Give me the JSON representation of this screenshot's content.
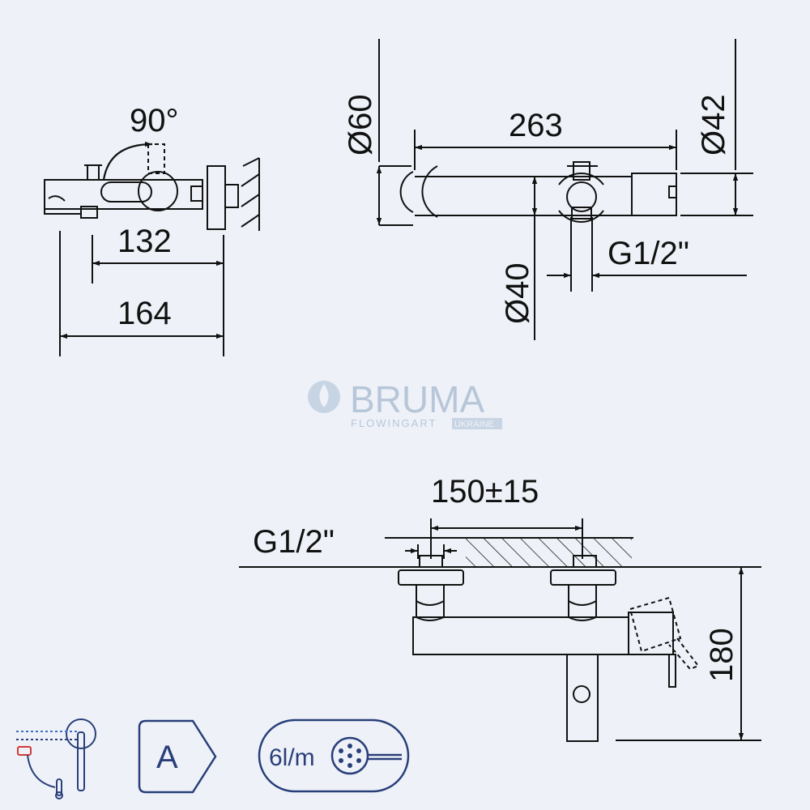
{
  "side_view": {
    "angle_label": "90°",
    "depth_label": "132",
    "total_depth_label": "164"
  },
  "front_view": {
    "length_label": "263",
    "wall_disc_diameter_label": "Ø60",
    "cartridge_diameter_label": "Ø42",
    "body_diameter_label": "Ø40",
    "thread_label": "G1/2\""
  },
  "install_view": {
    "spacing_label": "150±15",
    "thread_label": "G1/2\"",
    "height_label": "180"
  },
  "watermark": {
    "brand": "BRUMA",
    "tagline": "FLOWINGART",
    "region": "UKRAINE"
  },
  "badges": {
    "energy_class": "A",
    "flow_rate": "6l/m"
  },
  "colors": {
    "background": "#eef2f8",
    "line": "#111111",
    "badge_stroke": "#2a3f7a",
    "watermark": "#b7c6d8",
    "accent_red": "#d23a3a",
    "accent_blue": "#3b6fc9"
  }
}
